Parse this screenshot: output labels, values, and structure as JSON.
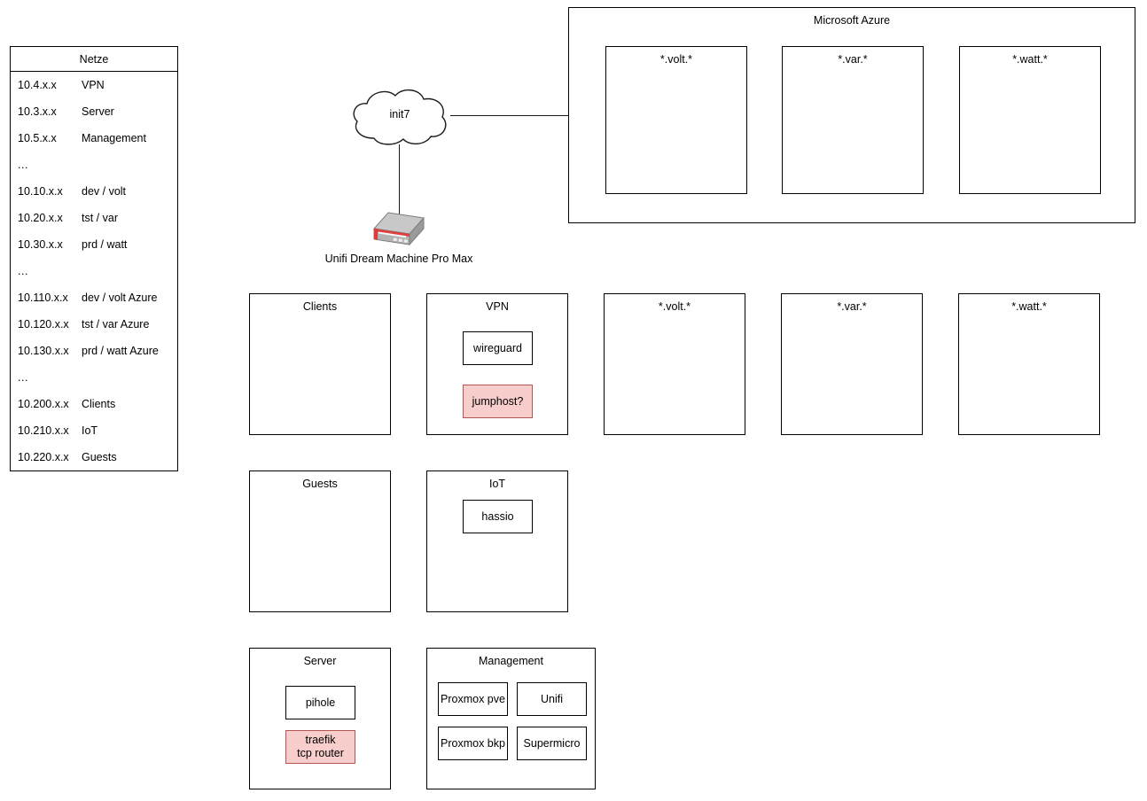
{
  "netze": {
    "title": "Netze",
    "rows": [
      {
        "cidr": "10.4.x.x",
        "name": "VPN"
      },
      {
        "cidr": "10.3.x.x",
        "name": "Server"
      },
      {
        "cidr": "10.5.x.x",
        "name": "Management"
      },
      {
        "cidr": "...",
        "name": ""
      },
      {
        "cidr": "10.10.x.x",
        "name": "dev / volt"
      },
      {
        "cidr": "10.20.x.x",
        "name": "tst / var"
      },
      {
        "cidr": "10.30.x.x",
        "name": "prd / watt"
      },
      {
        "cidr": "...",
        "name": ""
      },
      {
        "cidr": "10.110.x.x",
        "name": "dev / volt Azure"
      },
      {
        "cidr": "10.120.x.x",
        "name": "tst / var Azure"
      },
      {
        "cidr": "10.130.x.x",
        "name": "prd / watt Azure"
      },
      {
        "cidr": "...",
        "name": ""
      },
      {
        "cidr": "10.200.x.x",
        "name": "Clients"
      },
      {
        "cidr": "10.210.x.x",
        "name": "IoT"
      },
      {
        "cidr": "10.220.x.x",
        "name": "Guests"
      }
    ]
  },
  "cloud": {
    "label": "init7"
  },
  "router": {
    "label": "Unifi Dream Machine Pro Max"
  },
  "azure": {
    "title": "Microsoft Azure",
    "zones": [
      {
        "title": "*.volt.*"
      },
      {
        "title": "*.var.*"
      },
      {
        "title": "*.watt.*"
      }
    ]
  },
  "segments": {
    "clients": {
      "title": "Clients",
      "nodes": []
    },
    "vpn": {
      "title": "VPN",
      "nodes": [
        {
          "label": "wireguard",
          "accent": false
        },
        {
          "label": "jumphost?",
          "accent": true
        }
      ]
    },
    "onprem": [
      {
        "title": "*.volt.*"
      },
      {
        "title": "*.var.*"
      },
      {
        "title": "*.watt.*"
      }
    ],
    "guests": {
      "title": "Guests",
      "nodes": []
    },
    "iot": {
      "title": "IoT",
      "nodes": [
        {
          "label": "hassio",
          "accent": false
        }
      ]
    },
    "server": {
      "title": "Server",
      "nodes": [
        {
          "label": "pihole",
          "accent": false
        },
        {
          "label": "traefik\ntcp router",
          "accent": true
        }
      ]
    },
    "management": {
      "title": "Management",
      "nodes": [
        {
          "label": "Proxmox pve",
          "accent": false
        },
        {
          "label": "Unifi",
          "accent": false
        },
        {
          "label": "Proxmox bkp",
          "accent": false
        },
        {
          "label": "Supermicro",
          "accent": false
        }
      ]
    }
  },
  "colors": {
    "stroke": "#000000",
    "accent_fill": "#f8cecc",
    "accent_stroke": "#b85450",
    "router_top": "#c8c8c8",
    "router_side": "#9a9a9a",
    "router_red": "#e03a3a"
  }
}
